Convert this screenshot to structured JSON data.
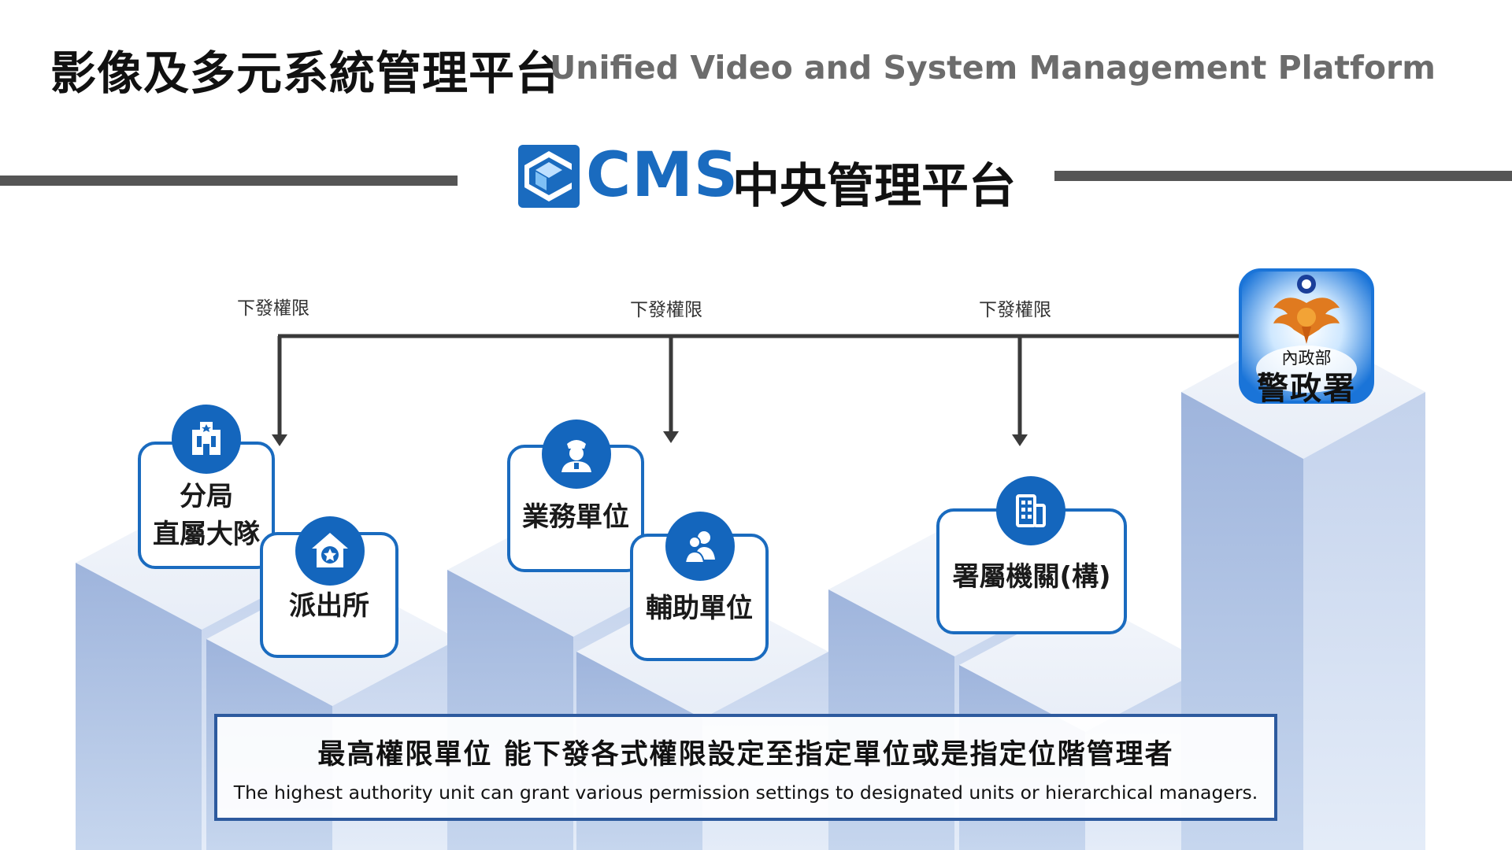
{
  "header": {
    "title_zh": "影像及多元系統管理平台",
    "title_en": "Unified Video and System Management Platform"
  },
  "cms": {
    "brand": "CMS",
    "title_zh": "中央管理平台",
    "brand_color": "#1a6bbf"
  },
  "connectors": {
    "labels": [
      "下發權限",
      "下發權限",
      "下發權限"
    ]
  },
  "units": [
    {
      "lines": [
        "分局",
        "直屬大隊"
      ],
      "icon": "police-station-icon"
    },
    {
      "lines": [
        "派出所"
      ],
      "icon": "house-star-icon"
    },
    {
      "lines": [
        "業務單位"
      ],
      "icon": "officer-icon"
    },
    {
      "lines": [
        "輔助單位"
      ],
      "icon": "people-icon"
    },
    {
      "lines": [
        "署屬機關(構)"
      ],
      "icon": "building-icon"
    }
  ],
  "agency": {
    "ministry": "內政部",
    "name": "警政署",
    "icon": "police-emblem-icon"
  },
  "caption": {
    "zh": "最高權限單位 能下發各式權限設定至指定單位或是指定位階管理者",
    "en": "The highest authority unit can grant various permission settings to designated units or hierarchical managers."
  },
  "colors": {
    "accent_blue": "#1466bd",
    "box_border": "#1a6bbf",
    "caption_border": "#2d5a9e",
    "rule_gray": "#555555"
  }
}
